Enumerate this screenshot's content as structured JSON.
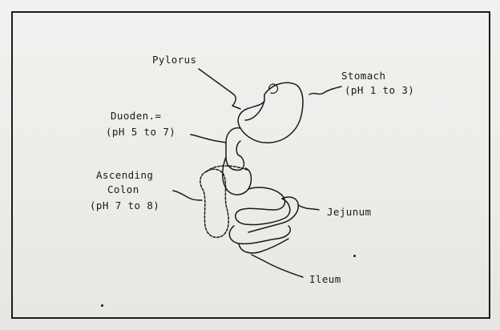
{
  "figure": {
    "labels": {
      "pylorus": "Pylorus",
      "stomach": "Stomach",
      "stomach_ph": "(pH 1 to 3)",
      "duodenum": "Duoden.=",
      "duodenum_ph": "(pH 5 to 7)",
      "ascending_colon_1": "Ascending",
      "ascending_colon_2": "Colon",
      "ascending_colon_ph": "(pH 7 to 8)",
      "jejunum": "Jejunum",
      "ileum": "Ileum"
    },
    "colors": {
      "ink": "#1a1a1a",
      "paper": "#efefec"
    }
  }
}
